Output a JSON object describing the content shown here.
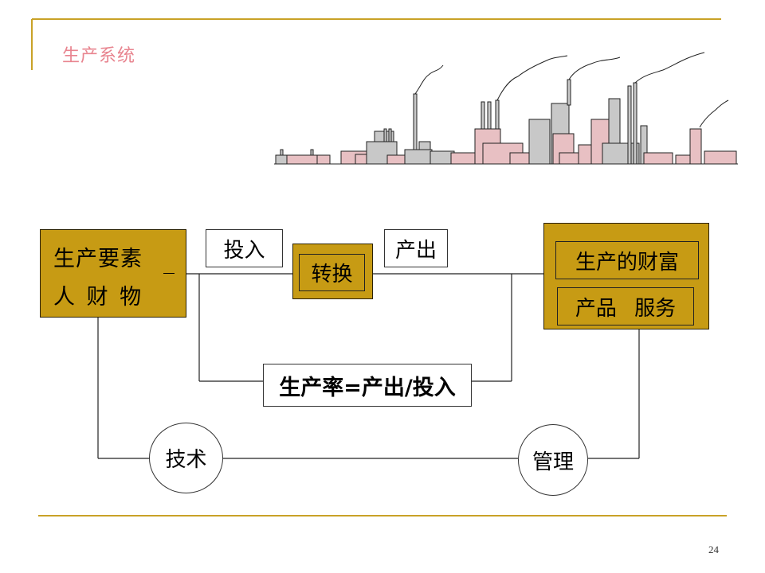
{
  "slide": {
    "title": "生产系统",
    "page_number": "24"
  },
  "inputs_box": {
    "line1": "生产要素",
    "line2": "人 财 物"
  },
  "flow": {
    "input_label": "投入",
    "transform_label": "转换",
    "output_label": "产出"
  },
  "outputs_box": {
    "wealth": "生产的财富",
    "products": "产品 服务"
  },
  "productivity": {
    "formula": "生产率=产出/投入"
  },
  "support": {
    "technology": "技术",
    "management": "管理"
  },
  "colors": {
    "accent_gold": "#c79b14",
    "rule_gold": "#c9a227",
    "title_pink": "#e8848f",
    "factory_pink": "#e8c0c3",
    "factory_gray": "#c8c8c8"
  }
}
